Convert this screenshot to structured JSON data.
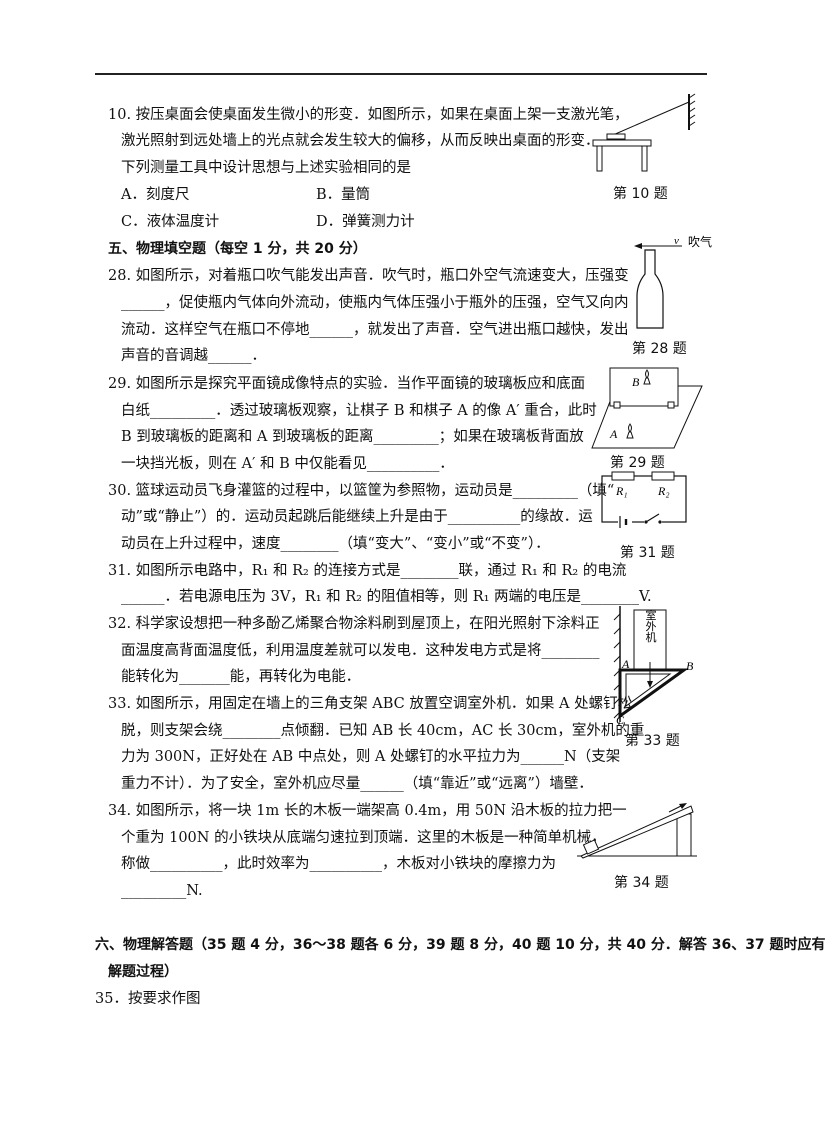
{
  "q10": {
    "line1": "10. 按压桌面会使桌面发生微小的形变．如图所示，如果在桌面上架一支激光笔，",
    "line2": "激光照射到远处墙上的光点就会发生较大的偏移，从而反映出桌面的形变．",
    "line3": "下列测量工具中设计思想与上述实验相同的是",
    "optA": "A．刻度尺",
    "optB": "B．量筒",
    "optC": "C．液体温度计",
    "optD": "D．弹簧测力计",
    "fig_caption": "第 10 题"
  },
  "section5": {
    "title": "五、物理填空题（每空 1 分，共 20 分）"
  },
  "q28": {
    "line1": "28. 如图所示，对着瓶口吹气能发出声音．吹气时，瓶口外空气流速变大，压强变",
    "line2": "______，促使瓶内气体向外流动，使瓶内气体压强小于瓶外的压强，空气又向内",
    "line3": "流动．这样空气在瓶口不停地______，就发出了声音．空气进出瓶口越快，发出",
    "line4": "声音的音调越______．",
    "fig_label_v": "v",
    "fig_label_blow": "吹气",
    "fig_caption": "第 28 题"
  },
  "q29": {
    "line1": "29. 如图所示是探究平面镜成像特点的实验．当作平面镜的玻璃板应和底面",
    "line2": "白纸_________．透过玻璃板观察，让棋子 B 和棋子 A 的像 A′ 重合，此时",
    "line3": "B 到玻璃板的距离和 A 到玻璃板的距离_________；如果在玻璃板背面放",
    "line4": "一块挡光板，则在 A′ 和 B 中仅能看见__________．",
    "fig_label_b": "B",
    "fig_label_a": "A",
    "fig_caption": "第 29 题"
  },
  "q30": {
    "line1": "30. 篮球运动员飞身灌篮的过程中，以篮筐为参照物，运动员是_________（填“",
    "line2": "动”或“静止”）的．运动员起跳后能继续上升是由于__________的缘故．运",
    "line3": "动员在上升过程中，速度________（填“变大”、“变小”或“不变”）．"
  },
  "q31": {
    "line1": "31. 如图所示电路中，R₁ 和 R₂ 的连接方式是________联，通过 R₁ 和 R₂ 的电流",
    "line2": "______．若电源电压为 3V，R₁ 和 R₂ 的阻值相等，则 R₁ 两端的电压是________V.",
    "fig_label_r1": "R₁",
    "fig_label_r2": "R₂",
    "fig_caption": "第 31 题"
  },
  "q32": {
    "line1": "32. 科学家设想把一种多酚乙烯聚合物涂料刷到屋顶上，在阳光照射下涂料正",
    "line2": "面温度高背面温度低，利用温度差就可以发电．这种发电方式是将________",
    "line3": "能转化为_______能，再转化为电能．"
  },
  "q33": {
    "line1": "33. 如图所示，用固定在墙上的三角支架 ABC 放置空调室外机．如果 A 处螺钉松",
    "line2": "脱，则支架会绕________点倾翻．已知 AB 长 40cm，AC 长 30cm，室外机的重",
    "line3": "力为 300N，正好处在 AB 中点处，则 A 处螺钉的水平拉力为______N（支架",
    "line4": "重力不计）．为了安全，室外机应尽量______（填“靠近”或“远离”）墙壁．",
    "fig_unit_text": "室外机",
    "fig_label_a": "A",
    "fig_label_b": "B",
    "fig_label_c": "C",
    "fig_caption": "第 33 题"
  },
  "q34": {
    "line1": "34. 如图所示，将一块 1m 长的木板一端架高 0.4m，用 50N 沿木板的拉力把一",
    "line2": "个重为 100N 的小铁块从底端匀速拉到顶端．这里的木板是一种简单机械，",
    "line3": "称做__________，此时效率为__________，木板对小铁块的摩擦力为",
    "line4": "_________N.",
    "fig_caption": "第 34 题"
  },
  "section6": {
    "title_line1": "六、物理解答题（35 题 4 分，36～38 题各 6 分，39 题 8 分，40 题 10 分，共 40 分．解答 36、37 题时应有",
    "title_line2": "解题过程）"
  },
  "q35": {
    "line1": "35．按要求作图"
  }
}
